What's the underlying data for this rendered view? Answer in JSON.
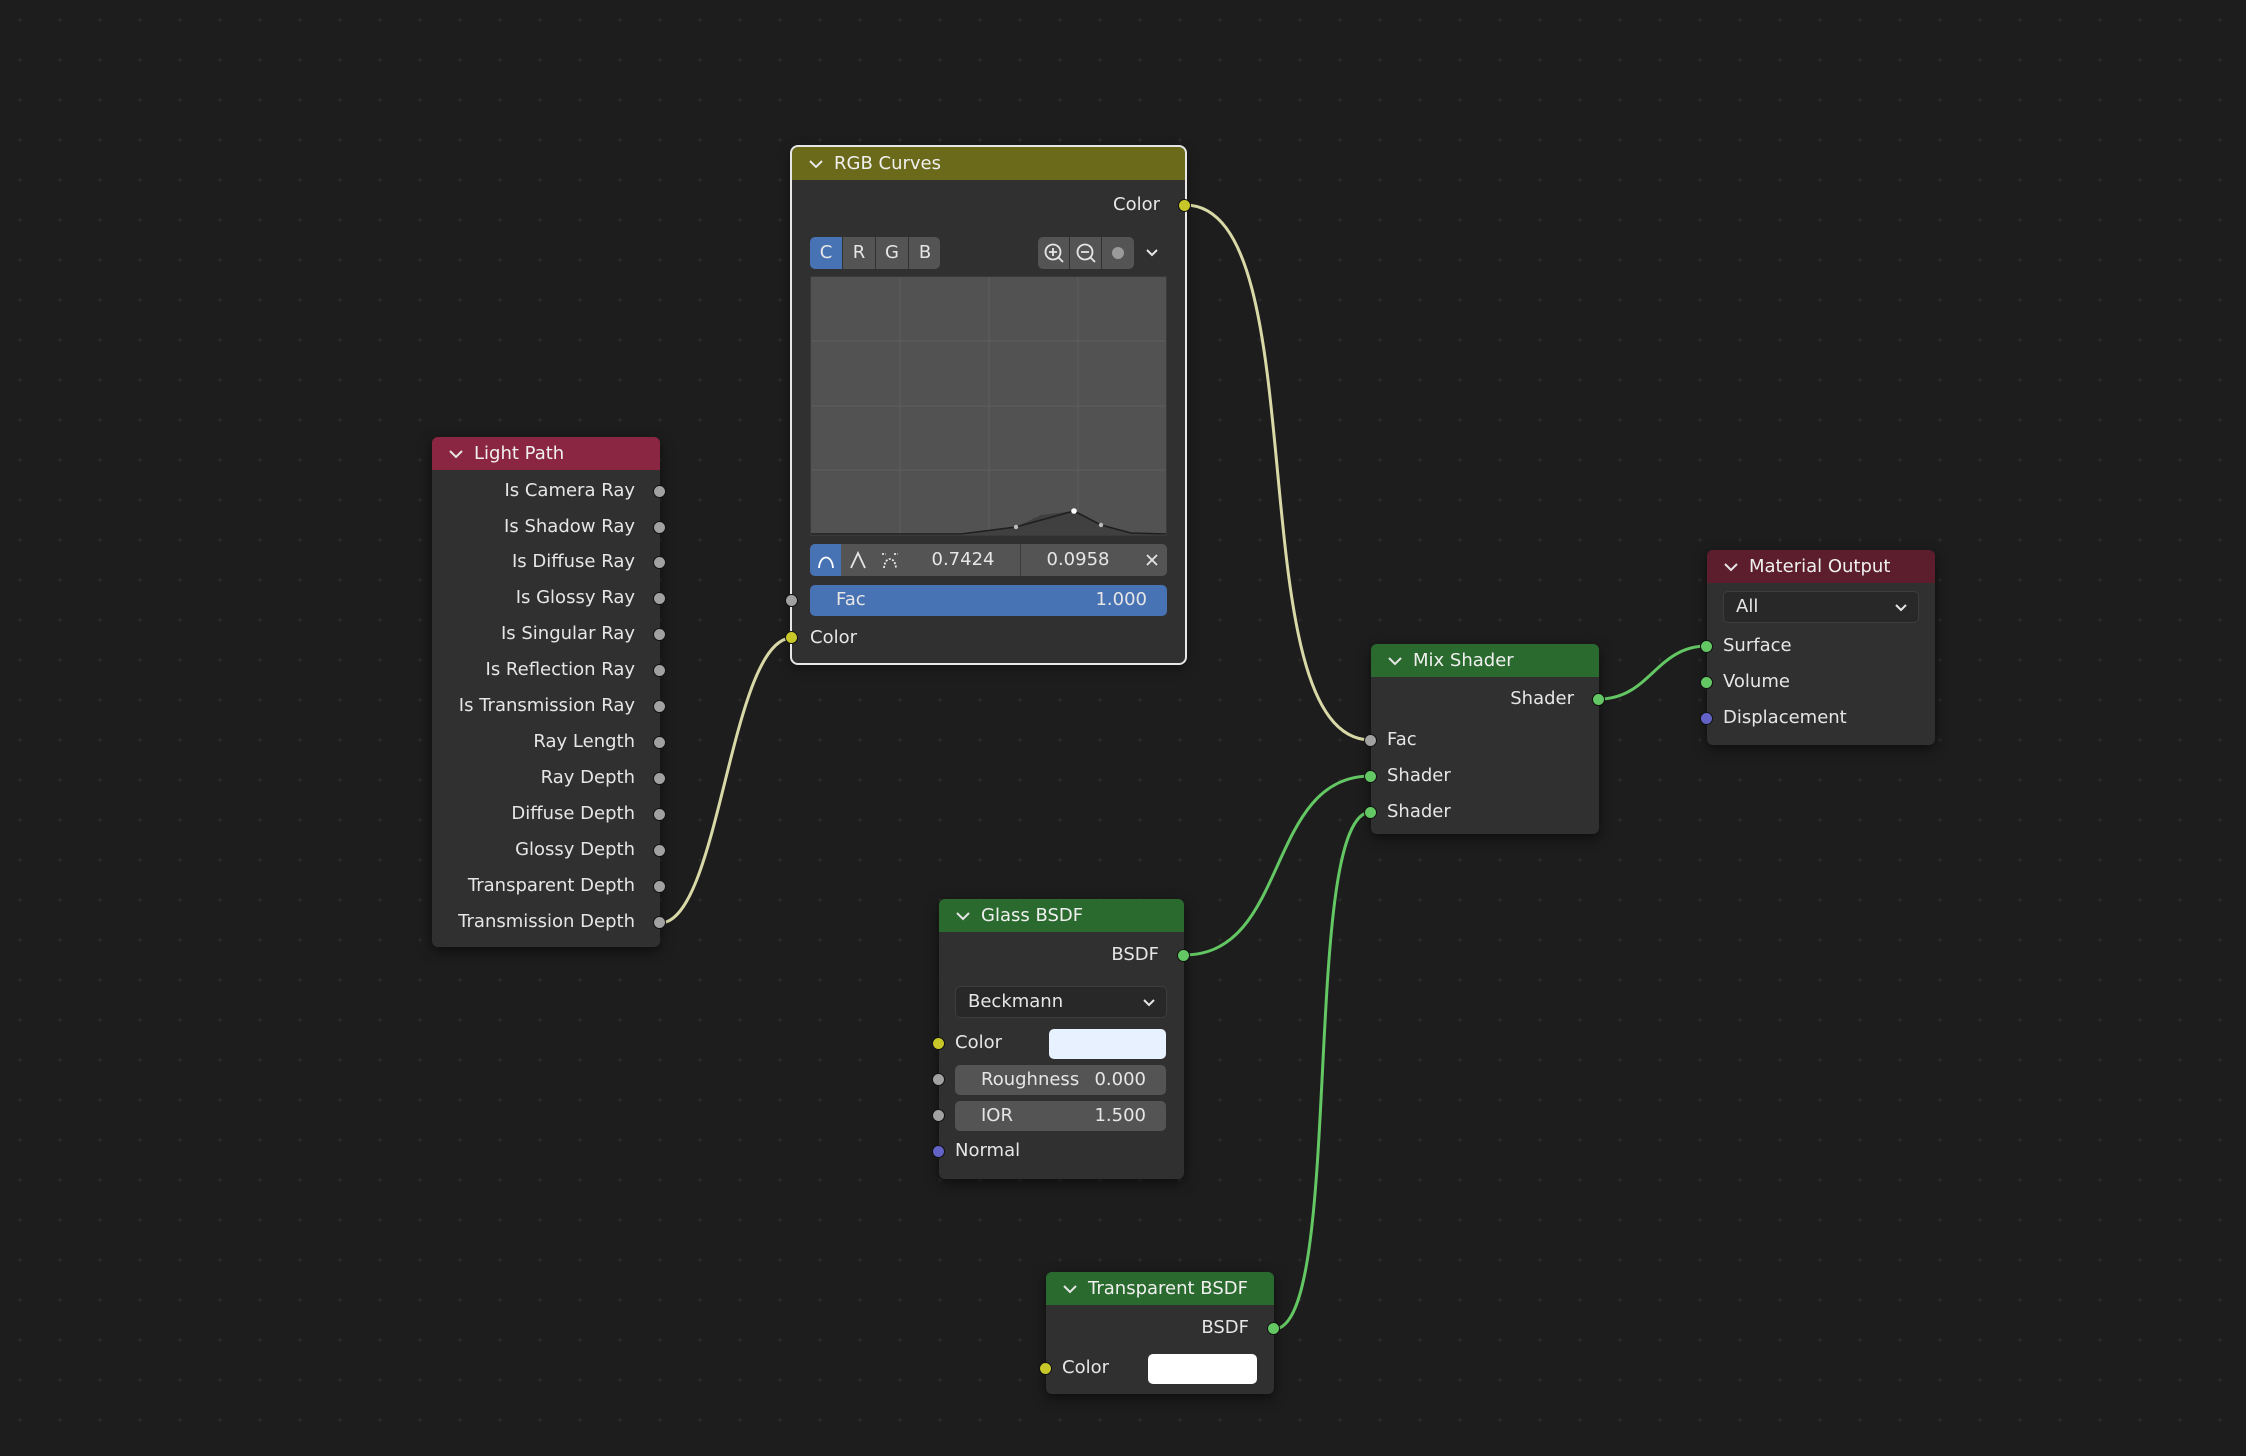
{
  "colors": {
    "background": "#1d1d1d",
    "node_body": "#303030",
    "header_light_path": "#8a2642",
    "header_rgb_curves": "#6b6a1b",
    "header_shader": "#2b6a2e",
    "header_output": "#5c1e2c",
    "socket_gray": "#a1a1a1",
    "socket_yellow": "#c7c729",
    "socket_green": "#63c763",
    "socket_blue": "#6363c7",
    "accent_blue": "#4772b3"
  },
  "icons": {
    "collapse": "chevron-down-icon",
    "zoom_in": "zoom-in-icon",
    "zoom_out": "zoom-out-icon",
    "clip": "dot-icon",
    "dropdown": "chevron-down-icon",
    "close": "close-icon",
    "handle_auto": "curve-smooth-icon",
    "handle_vector": "curve-vector-icon",
    "extrapolate": "curve-extend-icon"
  },
  "light_path": {
    "title": "Light Path",
    "outputs": [
      "Is Camera Ray",
      "Is Shadow Ray",
      "Is Diffuse Ray",
      "Is Glossy Ray",
      "Is Singular Ray",
      "Is Reflection Ray",
      "Is Transmission Ray",
      "Ray Length",
      "Ray Depth",
      "Diffuse Depth",
      "Glossy Depth",
      "Transparent Depth",
      "Transmission Depth"
    ]
  },
  "rgb_curves": {
    "title": "RGB Curves",
    "output": "Color",
    "channels": [
      "C",
      "R",
      "G",
      "B"
    ],
    "active_channel": "C",
    "point_x": "0.7424",
    "point_y": "0.0958",
    "fac_label": "Fac",
    "fac_value": "1.000",
    "color_input": "Color"
  },
  "mix_shader": {
    "title": "Mix Shader",
    "output": "Shader",
    "inputs": [
      "Fac",
      "Shader",
      "Shader"
    ]
  },
  "material_output": {
    "title": "Material Output",
    "target": "All",
    "inputs": [
      "Surface",
      "Volume",
      "Displacement"
    ]
  },
  "glass_bsdf": {
    "title": "Glass BSDF",
    "output": "BSDF",
    "distribution": "Beckmann",
    "color_label": "Color",
    "color_value": "#e8f1ff",
    "roughness_label": "Roughness",
    "roughness_value": "0.000",
    "ior_label": "IOR",
    "ior_value": "1.500",
    "normal_label": "Normal"
  },
  "transparent_bsdf": {
    "title": "Transparent BSDF",
    "output": "BSDF",
    "color_label": "Color",
    "color_value": "#ffffff"
  }
}
